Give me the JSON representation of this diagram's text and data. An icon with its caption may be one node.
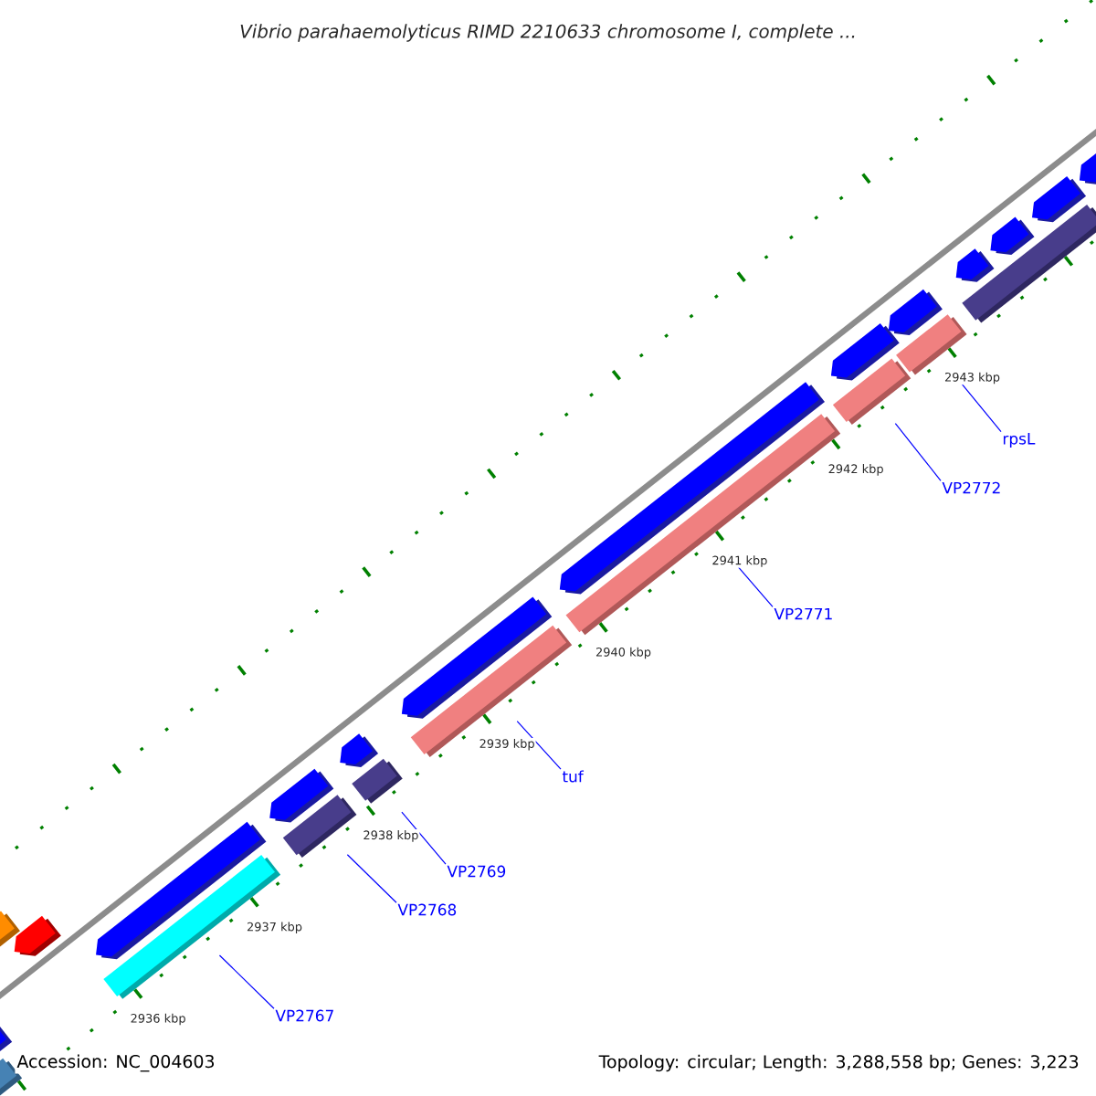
{
  "diagram": {
    "title": "Vibrio parahaemolyticus RIMD 2210633 chromosome I, complete ...",
    "nodes": [
      {
        "text": [],
        "shape": "bar"
      },
      {
        "text": [],
        "shape": "bar"
      },
      {
        "text": [],
        "shape": "bar"
      },
      {
        "text": [],
        "shape": "bar"
      },
      {
        "text": [],
        "shape": "bar"
      },
      {
        "text": [],
        "shape": "bar"
      },
      {
        "text": [],
        "shape": "bar"
      },
      {
        "text": [
          "VP2767"
        ]
      },
      {
        "text": [
          "VP2768"
        ]
      },
      {
        "text": [
          "VP2769"
        ]
      },
      {
        "text": [
          "tuf"
        ]
      },
      {
        "text": [
          "VP2771"
        ]
      },
      {
        "text": [
          "VP2772"
        ]
      },
      {
        "text": [
          "rpsL"
        ]
      }
    ],
    "edges": [
      {
        "from": 7,
        "to": 0,
        "arrow": "none"
      },
      {
        "from": 8,
        "to": 1,
        "arrow": "none"
      },
      {
        "from": 9,
        "to": 2,
        "arrow": "none"
      },
      {
        "from": 10,
        "to": 3,
        "arrow": "none"
      },
      {
        "from": 11,
        "to": 4,
        "arrow": "none"
      },
      {
        "from": 12,
        "to": 5,
        "arrow": "none"
      },
      {
        "from": 13,
        "to": 6,
        "arrow": "none"
      }
    ],
    "labels": [
      "2936 kbp",
      "2937 kbp",
      "2938 kbp",
      "2939 kbp",
      "2940 kbp",
      "2941 kbp",
      "2942 kbp",
      "2943 kbp",
      "Accession: NC_004603",
      "Topology: circular; Length: 3,288,558 bp; Genes: 3,223"
    ]
  }
}
